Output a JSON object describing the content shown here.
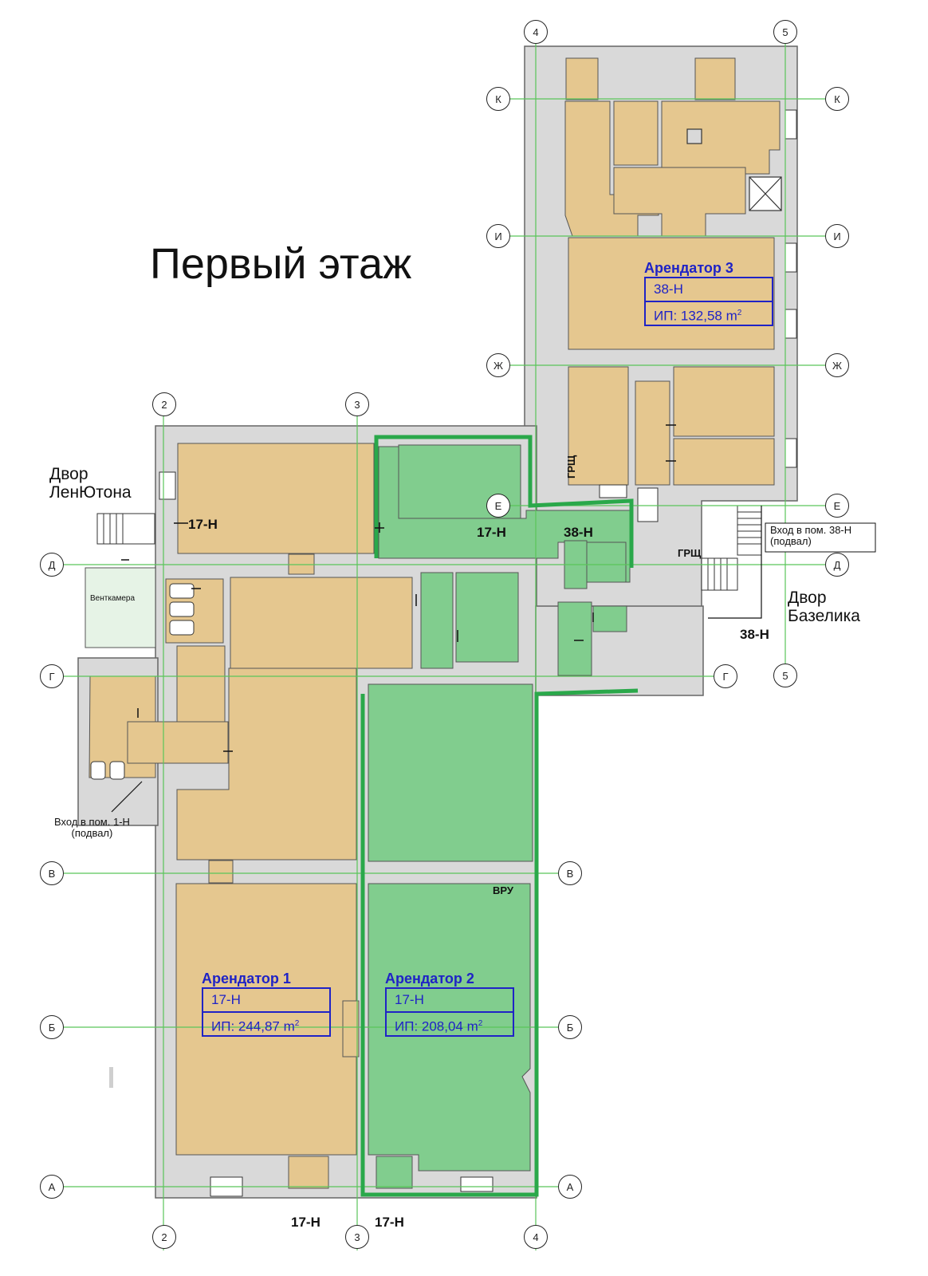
{
  "title": "Первый этаж",
  "yards": {
    "lenyuton": [
      "Двор",
      "ЛенЮтона"
    ],
    "bazelik": [
      "Двор",
      "Базелика"
    ]
  },
  "tenants": [
    {
      "name": "Арендатор 3",
      "unit": "38-Н",
      "area": "ИП: 132,58 m",
      "area_sup": "2"
    },
    {
      "name": "Арендатор 1",
      "unit": "17-Н",
      "area": "ИП: 244,87 m",
      "area_sup": "2"
    },
    {
      "name": "Арендатор 2",
      "unit": "17-Н",
      "area": "ИП: 208,04 m",
      "area_sup": "2"
    }
  ],
  "unit_labels": {
    "left_17n": "17-Н",
    "mid_17n": "17-Н",
    "mid_38n": "38-Н",
    "right_38n": "38-Н",
    "bottom_17n_a": "17-Н",
    "bottom_17n_b": "17-Н"
  },
  "room_labels": {
    "ventkamera": "Венткамера",
    "grsch_vertical": "ГРЩ",
    "grsch_horizontal": "ГРЩ",
    "vru": "ВРУ"
  },
  "entrances": {
    "entrance_38n": [
      "Вход в пом. 38-Н",
      "(подвал)"
    ],
    "entrance_1n": [
      "Вход в пом. 1-Н",
      "(подвал)"
    ]
  },
  "axes": {
    "vertical": [
      "2",
      "3",
      "4",
      "5"
    ],
    "horizontal": [
      "А",
      "Б",
      "В",
      "Г",
      "Д",
      "Е",
      "Ж",
      "И",
      "К"
    ]
  },
  "colors": {
    "wall": "#d9d9d9",
    "tan_room": "#e5c78f",
    "green_room": "#81cd8e",
    "green_border": "#2aa84a",
    "grid_line": "#5ac55a",
    "tenant_blue": "#1f23c6"
  }
}
